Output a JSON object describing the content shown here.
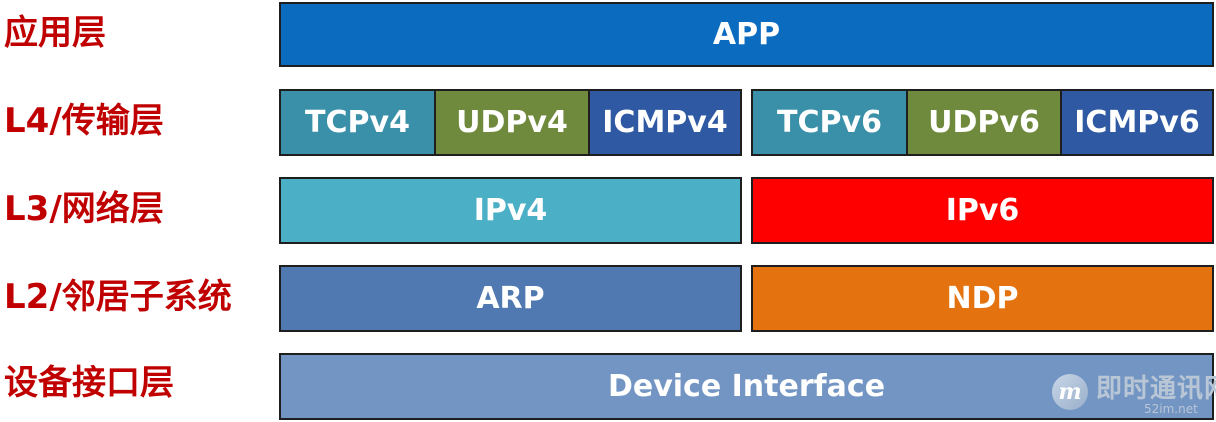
{
  "layers": [
    {
      "label": "应用层"
    },
    {
      "label": "L4/传输层"
    },
    {
      "label": "L3/网络层"
    },
    {
      "label": "L2/邻居子系统"
    },
    {
      "label": "设备接口层"
    }
  ],
  "app": {
    "label": "APP",
    "color": "#0b6bbf"
  },
  "transport": {
    "tcpv4": {
      "label": "TCPv4",
      "color": "#3a90a8"
    },
    "udpv4": {
      "label": "UDPv4",
      "color": "#6f8a3c"
    },
    "icmpv4": {
      "label": "ICMPv4",
      "color": "#2f5aa3"
    },
    "tcpv6": {
      "label": "TCPv6",
      "color": "#3a90a8"
    },
    "udpv6": {
      "label": "UDPv6",
      "color": "#6f8a3c"
    },
    "icmpv6": {
      "label": "ICMPv6",
      "color": "#2f5aa3"
    }
  },
  "network": {
    "ipv4": {
      "label": "IPv4",
      "color": "#4bafc6"
    },
    "ipv6": {
      "label": "IPv6",
      "color": "#ff0000"
    }
  },
  "neighbor": {
    "arp": {
      "label": "ARP",
      "color": "#4f79b0"
    },
    "ndp": {
      "label": "NDP",
      "color": "#e3720f"
    }
  },
  "device": {
    "label": "Device Interface",
    "color": "#7295c3"
  },
  "watermark": {
    "text": "即时通讯网",
    "url": "52im.net",
    "logo_letter": "m"
  }
}
